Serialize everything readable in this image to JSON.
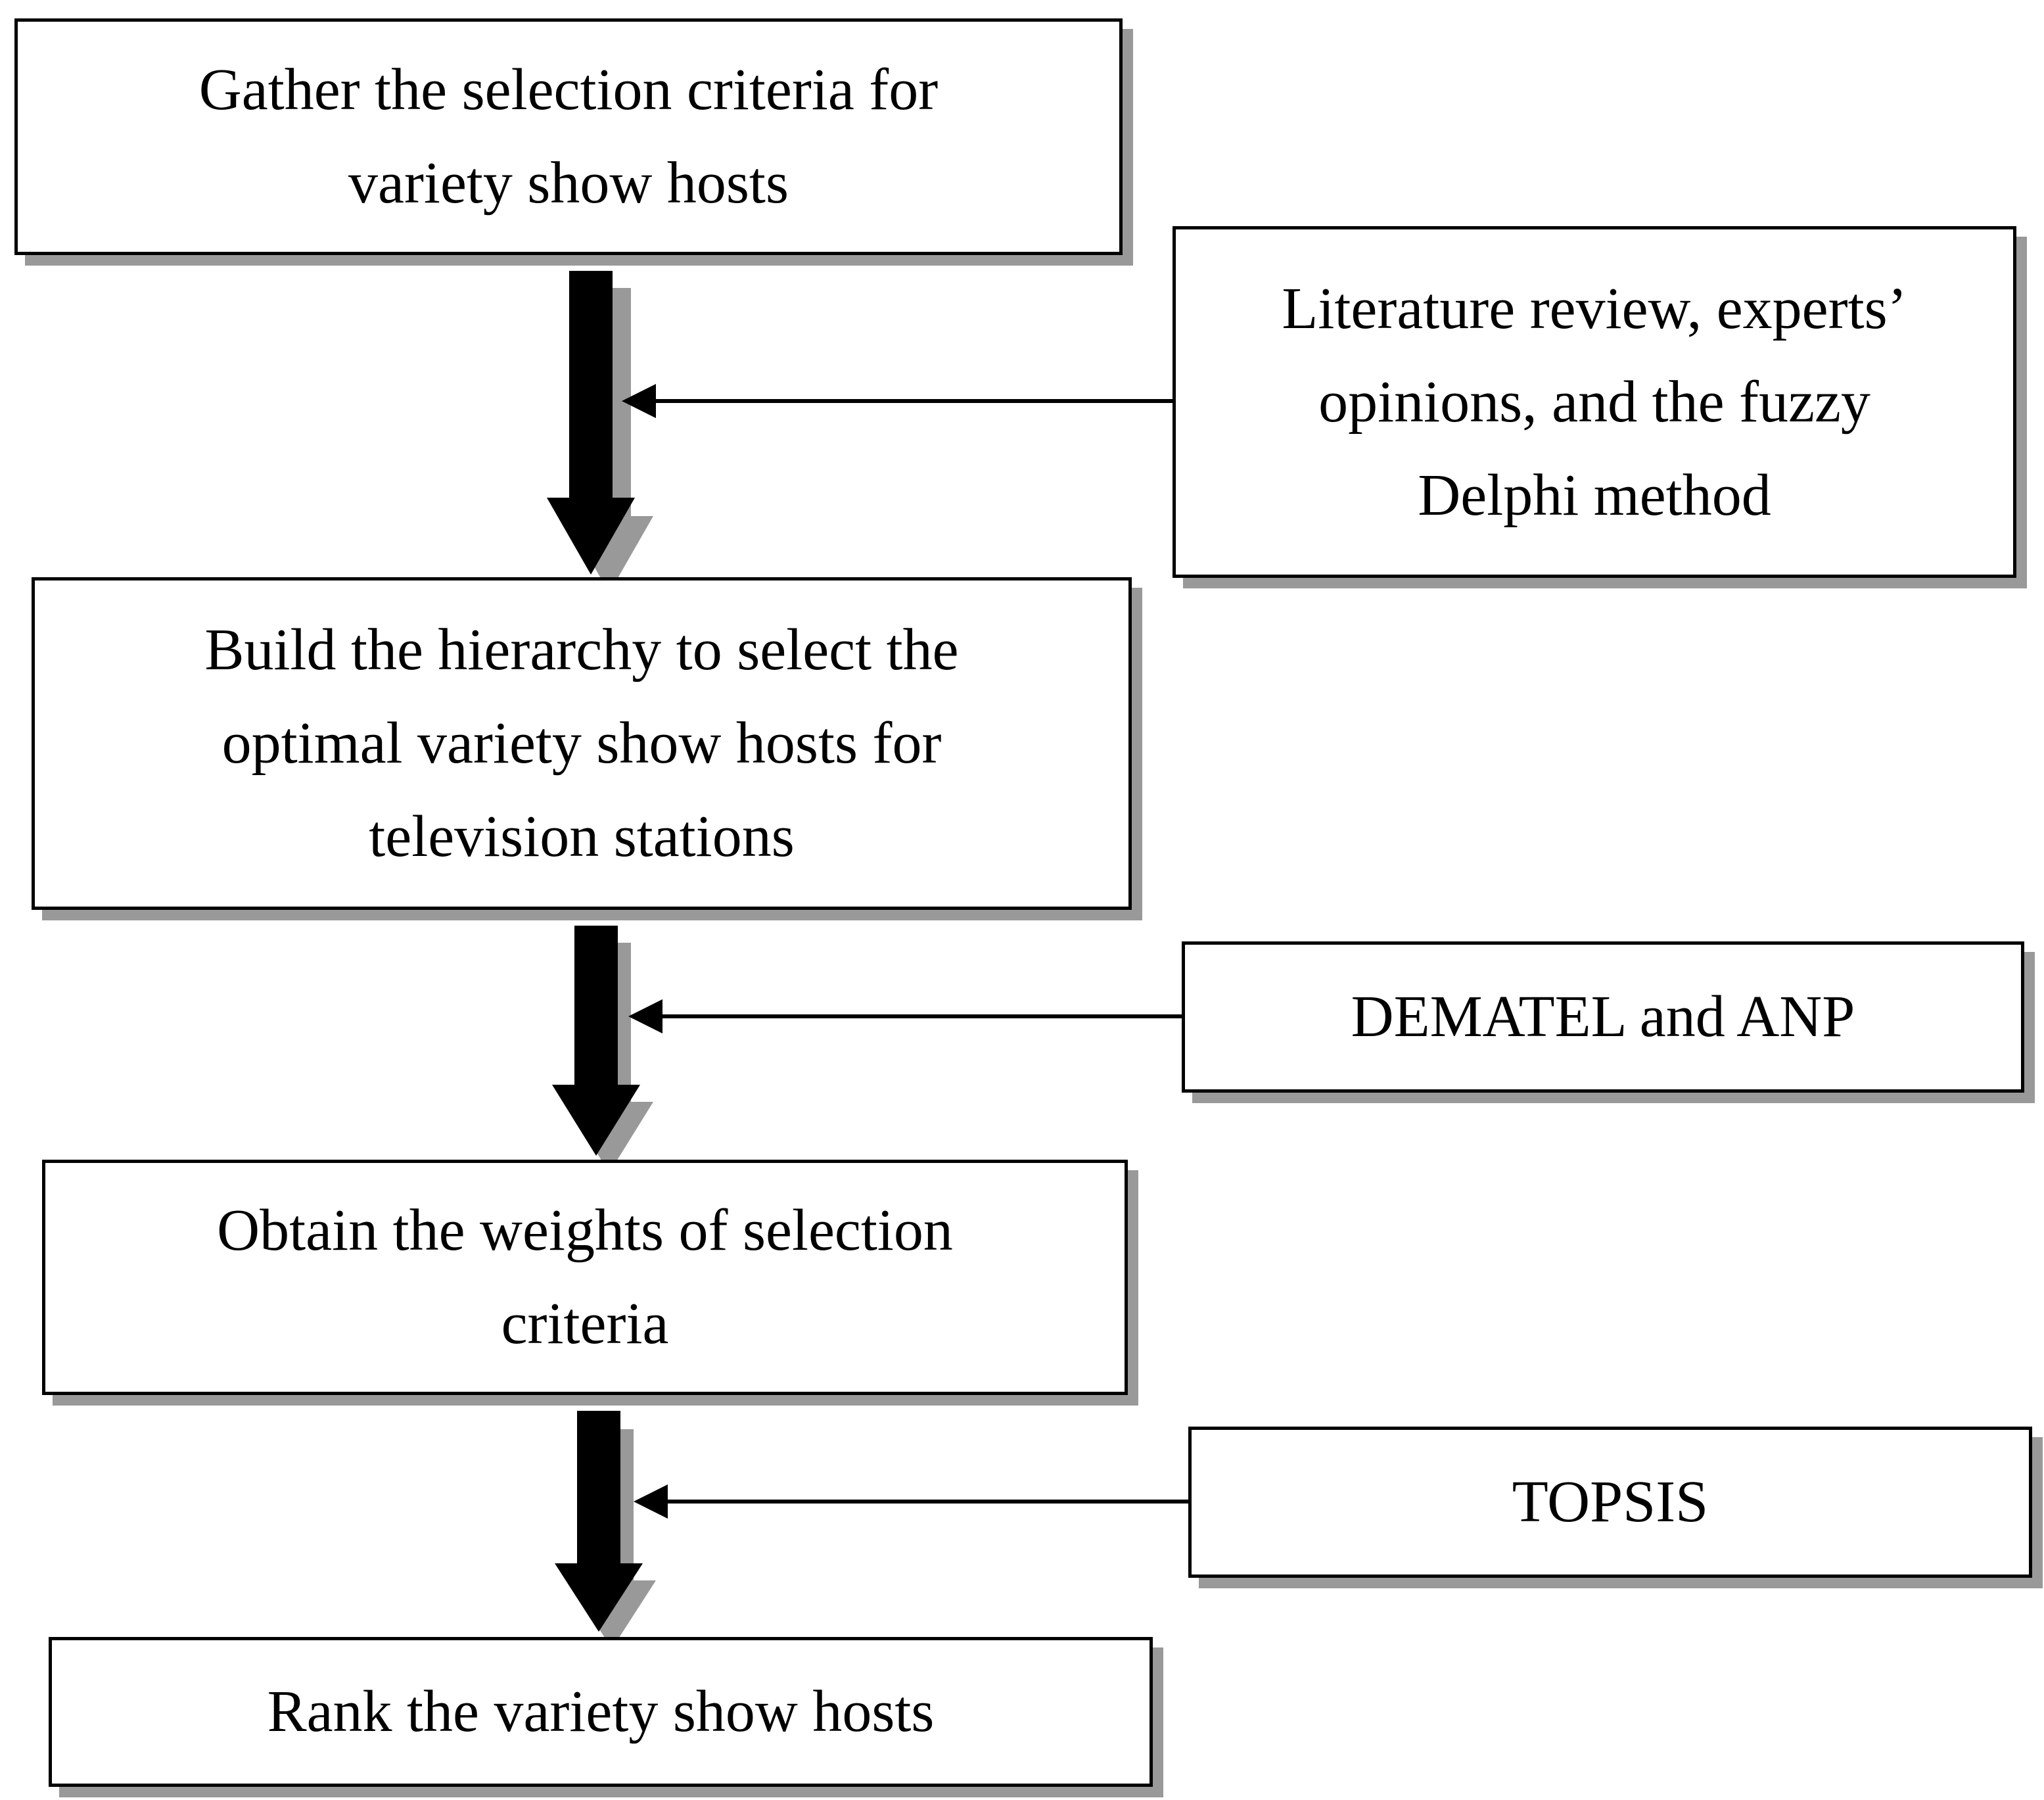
{
  "steps": [
    {
      "id": "gather",
      "text": "Gather the selection criteria for\nvariety show hosts"
    },
    {
      "id": "build",
      "text": "Build the hierarchy to select the\noptimal variety show hosts for\ntelevision stations"
    },
    {
      "id": "obtain",
      "text": "Obtain the weights of selection\ncriteria"
    },
    {
      "id": "rank",
      "text": "Rank the variety show hosts"
    }
  ],
  "methods": [
    {
      "id": "literature",
      "text": "Literature review, experts’\nopinions, and the fuzzy\nDelphi method"
    },
    {
      "id": "dematel",
      "text": "DEMATEL and ANP"
    },
    {
      "id": "topsis",
      "text": "TOPSIS"
    }
  ],
  "colors": {
    "border": "#000000",
    "shadow": "#999999",
    "arrow": "#000000"
  }
}
